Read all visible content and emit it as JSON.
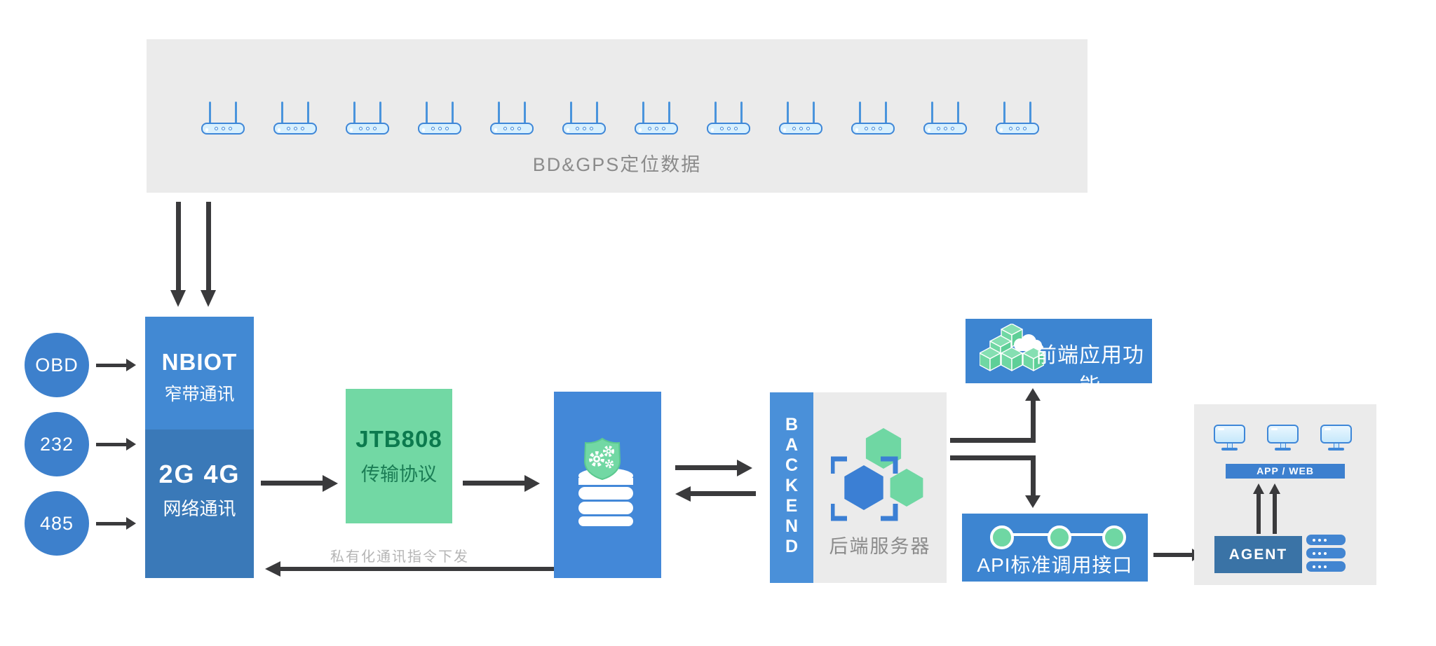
{
  "top_band": {
    "label": "BD&GPS定位数据",
    "device_count": 12
  },
  "ports": [
    "OBD",
    "232",
    "485"
  ],
  "gateway": {
    "nbiot_title": "NBIOT",
    "nbiot_subtitle": "窄带通讯",
    "cell_title": "2G 4G",
    "cell_subtitle": "网络通讯"
  },
  "protocol": {
    "title": "JTB808",
    "subtitle": "传输协议"
  },
  "downlink": {
    "label": "私有化通讯指令下发"
  },
  "backend": {
    "vertical_label": "BACKEND",
    "caption": "后端服务器"
  },
  "frontend": {
    "label": "前端应用功能"
  },
  "api": {
    "label": "API标准调用接口"
  },
  "client": {
    "monitor_count": 3,
    "appweb_label": "APP / WEB",
    "agent_label": "AGENT",
    "server_count": 3
  },
  "icons": {
    "device": "router-icon",
    "secure_storage": "shield-gears-database-icon",
    "backend": "hexagon-cluster-icon",
    "frontend": "cubes-cloud-icon",
    "api": "timeline-dots-icon",
    "client": "monitor-icon",
    "servers": "server-rack-icon"
  },
  "colors": {
    "band_gray": "#ebebeb",
    "blue_light": "#4289d3",
    "blue_dark": "#3a79b8",
    "blue_box": "#3d85d1",
    "agent_blue": "#3a73a6",
    "mint_green": "#72d8a4",
    "green_text": "#0c7a4e",
    "arrow": "#3a3a3c",
    "gray_text": "#8b8b8b"
  }
}
